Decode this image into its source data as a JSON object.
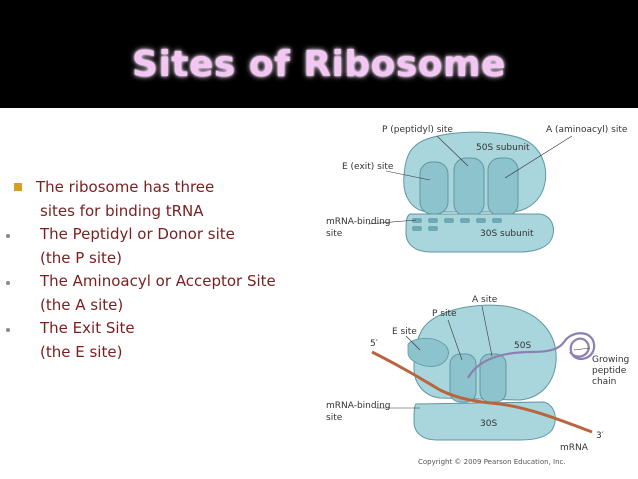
{
  "slide": {
    "title": "Sites of Ribosome",
    "bullets": [
      {
        "marker": "square",
        "lines": [
          "The ribosome has three",
          "sites for binding tRNA"
        ]
      },
      {
        "marker": "dot",
        "lines": [
          "The Peptidyl or Donor site",
          "(the P site)"
        ]
      },
      {
        "marker": "dot",
        "lines": [
          "The Aminoacyl or Acceptor Site",
          "(the A site)"
        ]
      },
      {
        "marker": "dot",
        "lines": [
          "The Exit Site",
          "(the E site)"
        ]
      }
    ]
  },
  "diagram_top": {
    "p_site": "P (peptidyl) site",
    "a_site": "A (aminoacyl) site",
    "subunit_50s": "50S subunit",
    "e_site": "E (exit) site",
    "mrna_binding_1": "mRNA-binding",
    "mrna_binding_2": "site",
    "subunit_30s": "30S subunit"
  },
  "diagram_bottom": {
    "a_site": "A site",
    "p_site": "P site",
    "e_site": "E site",
    "five_prime": "5′",
    "label_50s": "50S",
    "growing_1": "Growing",
    "growing_2": "peptide",
    "growing_3": "chain",
    "mrna_binding_1": "mRNA-binding",
    "mrna_binding_2": "site",
    "label_30s": "30S",
    "three_prime": "3′",
    "mrna": "mRNA"
  },
  "copyright": "Copyright © 2009 Pearson Education, Inc.",
  "colors": {
    "title": "#f3c6f4",
    "body_text": "#7a1f1f",
    "square_bullet": "#d4a020",
    "ribosome": "#a9d6dd",
    "ribosome_dark": "#6fa9b4",
    "mrna": "#b9653f",
    "peptide": "#8e7fb3"
  }
}
